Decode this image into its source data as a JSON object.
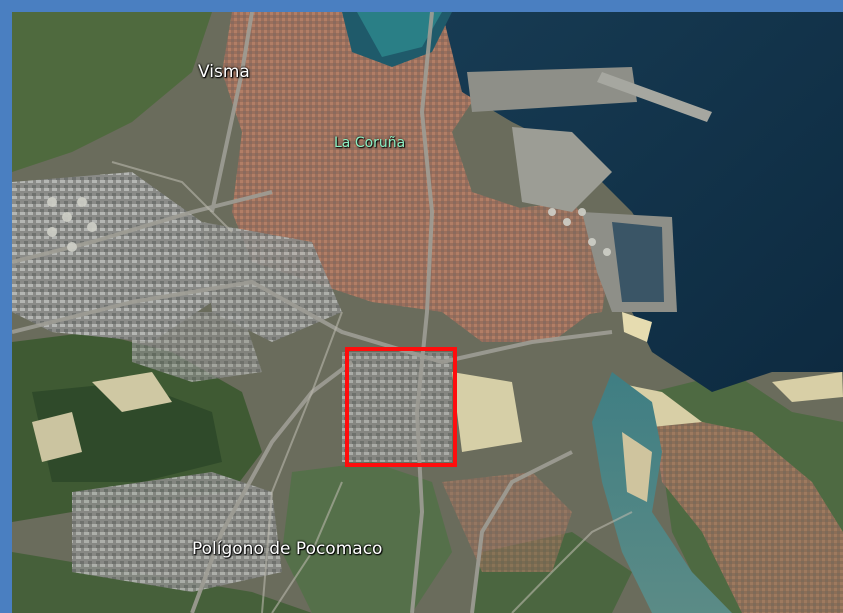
{
  "map": {
    "type": "satellite",
    "labels": {
      "visma": "Visma",
      "la_coruna": "La Coruña",
      "poligono": "Polígono de Pocomaco"
    },
    "highlight": {
      "color": "#ff0d0d"
    },
    "frame_color": "#4a7fc1"
  }
}
